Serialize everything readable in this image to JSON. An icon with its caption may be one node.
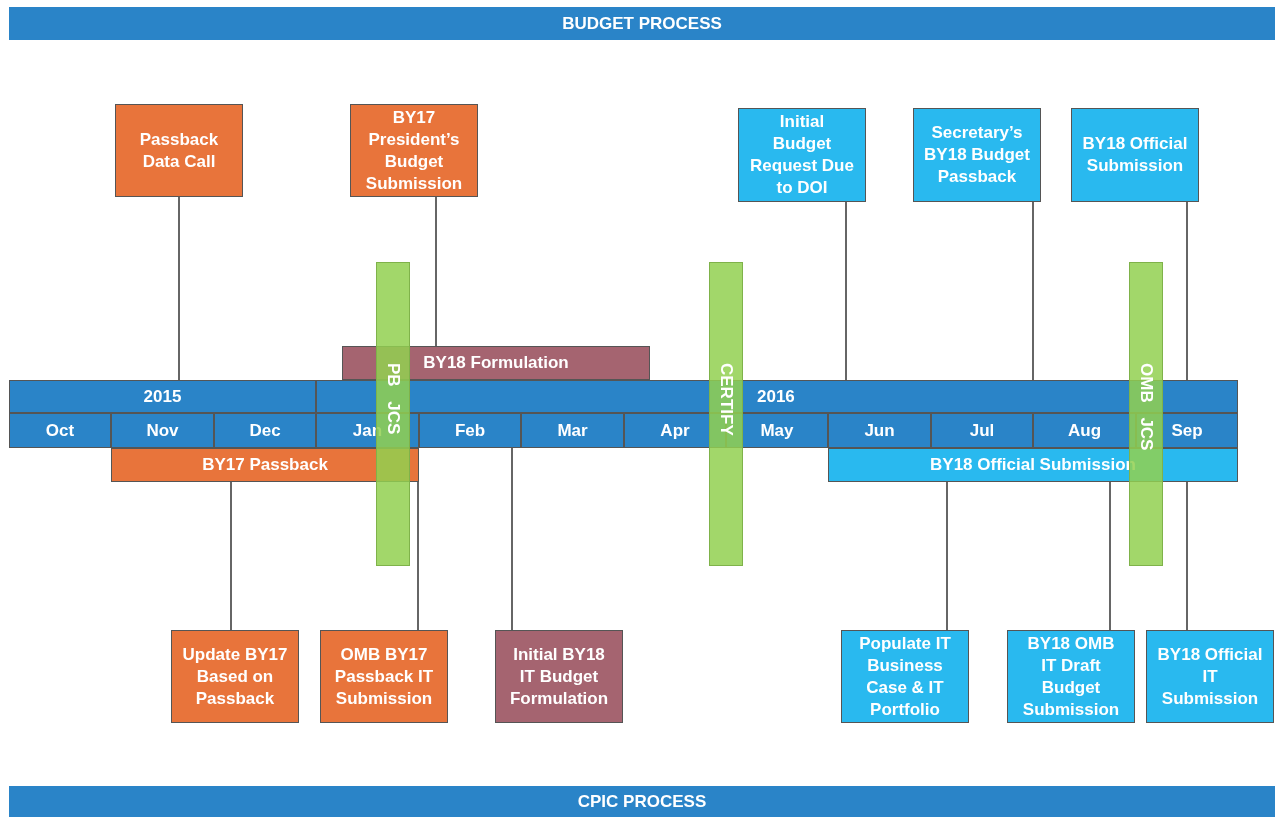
{
  "diagram": {
    "nodes": [
      {
        "text": [
          "BUDGET PROCESS"
        ]
      },
      {
        "text": [
          "Passback Data Call"
        ]
      },
      {
        "text": [
          "BY17 President’s Budget Submission"
        ]
      },
      {
        "text": [
          "Initial Budget Request Due to DOI"
        ]
      },
      {
        "text": [
          "Secretary’s BY18 Budget Passback"
        ]
      },
      {
        "text": [
          "BY18 Official Submission"
        ]
      },
      {
        "text": [
          "PB JCS"
        ]
      },
      {
        "text": [
          "CERTIFY"
        ]
      },
      {
        "text": [
          "OMB JCS"
        ]
      },
      {
        "text": [
          "BY18 Formulation"
        ]
      },
      {
        "text": [
          "2015"
        ]
      },
      {
        "text": [
          "2016"
        ]
      },
      {
        "text": [
          "Oct"
        ]
      },
      {
        "text": [
          "Nov"
        ]
      },
      {
        "text": [
          "Dec"
        ]
      },
      {
        "text": [
          "Jan"
        ]
      },
      {
        "text": [
          "Feb"
        ]
      },
      {
        "text": [
          "Mar"
        ]
      },
      {
        "text": [
          "Apr"
        ]
      },
      {
        "text": [
          "May"
        ]
      },
      {
        "text": [
          "Jun"
        ]
      },
      {
        "text": [
          "Jul"
        ]
      },
      {
        "text": [
          "Aug"
        ]
      },
      {
        "text": [
          "Sep"
        ]
      },
      {
        "text": [
          "BY17 Passback"
        ]
      },
      {
        "text": [
          "BY18 Official Submission"
        ]
      },
      {
        "text": [
          "Update BY17 Based on Passback"
        ]
      },
      {
        "text": [
          "OMB BY17 Passback IT Submission"
        ]
      },
      {
        "text": [
          "Initial BY18 IT Budget Formulation"
        ]
      },
      {
        "text": [
          "Populate IT Business Case & IT Portfolio"
        ]
      },
      {
        "text": [
          "BY18 OMB IT Draft Budget Submission"
        ]
      },
      {
        "text": [
          "BY18 Official IT Submission"
        ]
      },
      {
        "text": [
          "CPIC PROCESS"
        ]
      }
    ],
    "edges": [
      {
        "from": 1,
        "to": 10,
        "arrow": "none"
      },
      {
        "from": 2,
        "to": 11,
        "arrow": "none"
      },
      {
        "from": 3,
        "to": 11,
        "arrow": "none"
      },
      {
        "from": 4,
        "to": 11,
        "arrow": "none"
      },
      {
        "from": 5,
        "to": 11,
        "arrow": "none"
      },
      {
        "from": 26,
        "to": 24,
        "arrow": "none"
      },
      {
        "from": 27,
        "to": 24,
        "arrow": "none"
      },
      {
        "from": 28,
        "to": 16,
        "arrow": "none"
      },
      {
        "from": 29,
        "to": 25,
        "arrow": "none"
      },
      {
        "from": 30,
        "to": 25,
        "arrow": "none"
      },
      {
        "from": 31,
        "to": 25,
        "arrow": "none"
      }
    ]
  }
}
